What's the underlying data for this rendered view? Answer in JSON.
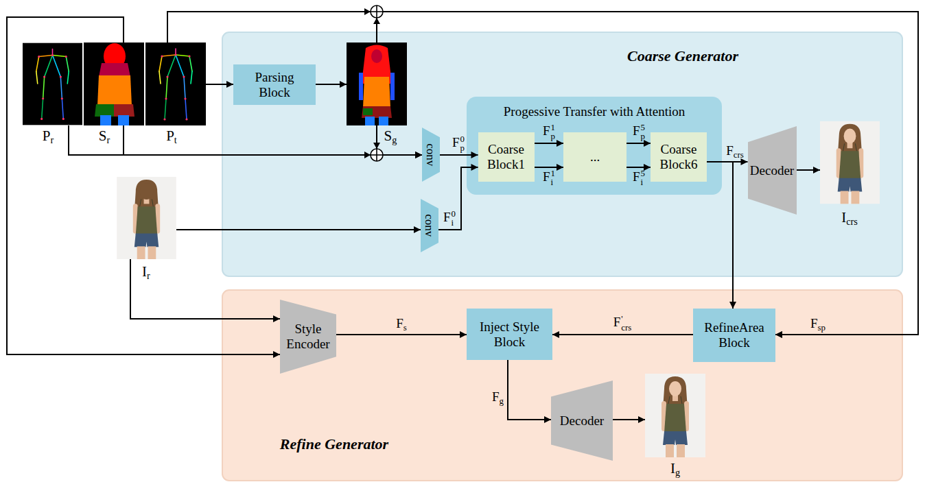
{
  "diagram": {
    "nodes": [
      {
        "text": [
          "Pr"
        ]
      },
      {
        "text": [
          "Sr"
        ]
      },
      {
        "text": [
          "Pt"
        ]
      },
      {
        "text": [
          "Coarse Generator"
        ]
      },
      {
        "text": [
          "Parsing Block"
        ],
        "in": 3
      },
      {
        "text": [
          "Sg"
        ],
        "in": 3
      },
      {
        "text": [
          "conv"
        ],
        "in": 3
      },
      {
        "text": [
          "Progessive Transfer with Attention"
        ],
        "in": 3
      },
      {
        "text": [
          "Coarse Block1"
        ],
        "in": 7
      },
      {
        "text": [
          "..."
        ],
        "in": 7
      },
      {
        "text": [
          "Coarse Block6"
        ],
        "in": 7
      },
      {
        "text": [
          "Decoder"
        ],
        "in": 3
      },
      {
        "text": [
          "Icrs"
        ],
        "in": 3
      },
      {
        "text": [
          "Ir"
        ]
      },
      {
        "text": [
          "conv"
        ],
        "in": 3
      },
      {
        "text": [
          "Refine Generator"
        ]
      },
      {
        "text": [
          "Style Encoder"
        ],
        "in": 15
      },
      {
        "text": [
          "Inject Style Block"
        ],
        "in": 15
      },
      {
        "text": [
          "RefineArea Block"
        ],
        "in": 15
      },
      {
        "text": [
          "Decoder"
        ],
        "in": 15
      },
      {
        "text": [
          "Ig"
        ],
        "in": 15
      }
    ],
    "edges": [
      {
        "from": 2,
        "to": 4,
        "arrow": "to"
      },
      {
        "from": 4,
        "to": 5,
        "arrow": "to"
      },
      {
        "from": 0,
        "to": 6,
        "arrow": "to"
      },
      {
        "from": 1,
        "to": 6,
        "arrow": "to"
      },
      {
        "from": 5,
        "to": 6,
        "arrow": "to"
      },
      {
        "from": 6,
        "to": 8,
        "label": "Fp0",
        "arrow": "to"
      },
      {
        "from": 13,
        "to": 14,
        "arrow": "to"
      },
      {
        "from": 14,
        "to": 8,
        "label": "Fi0",
        "arrow": "to"
      },
      {
        "from": 8,
        "to": 9,
        "label": "Fp1",
        "arrow": "to"
      },
      {
        "from": 8,
        "to": 9,
        "label": "Fi1",
        "arrow": "to"
      },
      {
        "from": 9,
        "to": 10,
        "label": "Fp5",
        "arrow": "to"
      },
      {
        "from": 9,
        "to": 10,
        "label": "Fi5",
        "arrow": "to"
      },
      {
        "from": 10,
        "to": 11,
        "label": "Fcrs",
        "arrow": "to"
      },
      {
        "from": 10,
        "to": 18,
        "arrow": "to"
      },
      {
        "from": 11,
        "to": 12,
        "arrow": "to"
      },
      {
        "from": 2,
        "to": 18,
        "arrow": "to"
      },
      {
        "from": 5,
        "to": 18,
        "label": "Fsp",
        "arrow": "to"
      },
      {
        "from": 13,
        "to": 16,
        "arrow": "to"
      },
      {
        "from": 1,
        "to": 16,
        "arrow": "to"
      },
      {
        "from": 16,
        "to": 17,
        "label": "Fs",
        "arrow": "to"
      },
      {
        "from": 18,
        "to": 17,
        "label": "F'crs",
        "arrow": "to"
      },
      {
        "from": 17,
        "to": 19,
        "label": "Fg",
        "arrow": "to"
      },
      {
        "from": 19,
        "to": 20,
        "arrow": "to"
      }
    ]
  }
}
